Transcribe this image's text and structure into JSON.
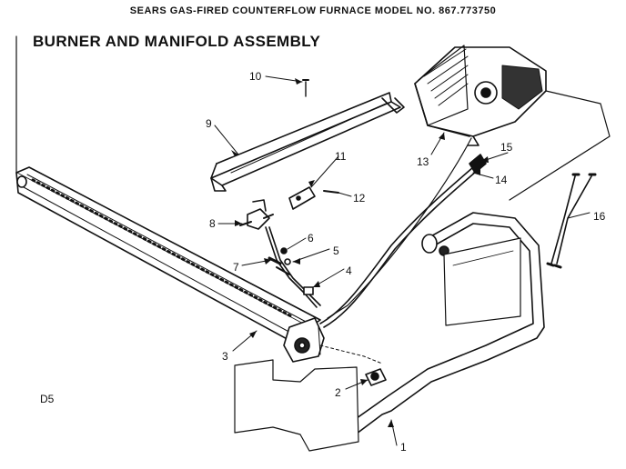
{
  "header": {
    "text": "SEARS GAS-FIRED COUNTERFLOW FURNACE MODEL NO. 867.773750"
  },
  "title": {
    "text": "BURNER AND MANIFOLD ASSEMBLY"
  },
  "diagram_code": {
    "text": "D5"
  },
  "callouts": [
    {
      "id": "1",
      "text": "1"
    },
    {
      "id": "2",
      "text": "2"
    },
    {
      "id": "3",
      "text": "3"
    },
    {
      "id": "4",
      "text": "4"
    },
    {
      "id": "5",
      "text": "5"
    },
    {
      "id": "6",
      "text": "6"
    },
    {
      "id": "7",
      "text": "7"
    },
    {
      "id": "8",
      "text": "8"
    },
    {
      "id": "9",
      "text": "9"
    },
    {
      "id": "10",
      "text": "10"
    },
    {
      "id": "11",
      "text": "11"
    },
    {
      "id": "12",
      "text": "12"
    },
    {
      "id": "13",
      "text": "13"
    },
    {
      "id": "14",
      "text": "14"
    },
    {
      "id": "15",
      "text": "15"
    },
    {
      "id": "16",
      "text": "16"
    }
  ]
}
